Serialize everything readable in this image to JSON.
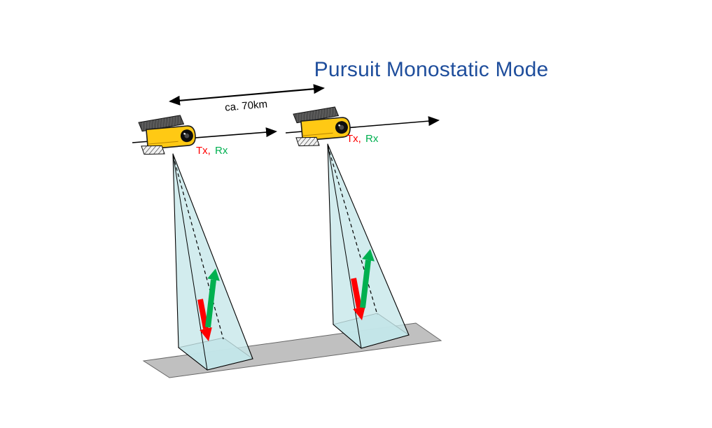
{
  "title": {
    "text": "Pursuit Monostatic Mode"
  },
  "separation_arrow": {
    "label": "ca. 70km"
  },
  "satellites": [
    {
      "side": "left",
      "tx": "Tx,",
      "rx": "Rx"
    },
    {
      "side": "right",
      "tx": "Tx,",
      "rx": "Rx"
    }
  ],
  "colors": {
    "title": "#1F4E9C",
    "tx_text": "#FF0000",
    "rx_text": "#00B050",
    "tx_arrow": "#FF0000",
    "rx_arrow": "#00B050",
    "beam": "#C7E7EA",
    "beam_footprint": "#B5DDE1",
    "ground": "#C0C0C0",
    "satellite_body": "#FFC914",
    "line": "#000000"
  }
}
